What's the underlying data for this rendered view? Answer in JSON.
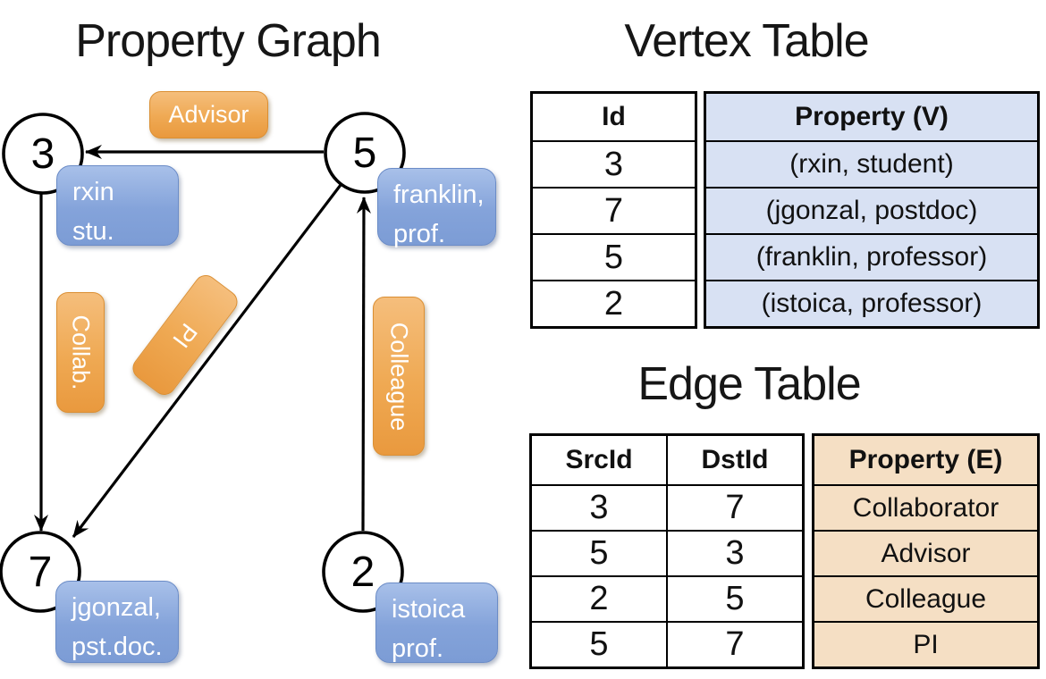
{
  "titles": {
    "graph": "Property Graph",
    "vertex_table": "Vertex Table",
    "edge_table": "Edge Table"
  },
  "graph": {
    "nodes": {
      "n3": {
        "id": "3",
        "prop_line1": "rxin",
        "prop_line2": "stu."
      },
      "n5": {
        "id": "5",
        "prop_line1": "franklin,",
        "prop_line2": "prof."
      },
      "n7": {
        "id": "7",
        "prop_line1": "jgonzal,",
        "prop_line2": "pst.doc."
      },
      "n2": {
        "id": "2",
        "prop_line1": "istoica",
        "prop_line2": "prof."
      }
    },
    "edge_labels": {
      "advisor": "Advisor",
      "collab": "Collab.",
      "pi": "PI",
      "colleague": "Colleague"
    }
  },
  "vertex_table": {
    "headers": {
      "id": "Id",
      "property": "Property (V)"
    },
    "rows": [
      {
        "id": "3",
        "property": "(rxin, student)"
      },
      {
        "id": "7",
        "property": "(jgonzal, postdoc)"
      },
      {
        "id": "5",
        "property": "(franklin, professor)"
      },
      {
        "id": "2",
        "property": "(istoica, professor)"
      }
    ]
  },
  "edge_table": {
    "headers": {
      "src": "SrcId",
      "dst": "DstId",
      "property": "Property (E)"
    },
    "rows": [
      {
        "src": "3",
        "dst": "7",
        "property": "Collaborator"
      },
      {
        "src": "5",
        "dst": "3",
        "property": "Advisor"
      },
      {
        "src": "2",
        "dst": "5",
        "property": "Colleague"
      },
      {
        "src": "5",
        "dst": "7",
        "property": "PI"
      }
    ]
  },
  "colors": {
    "edge_label_orange": "#EFA953",
    "vertex_prop_blue": "#84A3DA",
    "vertex_table_cell_bg": "#D8E1F3",
    "edge_table_cell_bg": "#F5DFC4"
  }
}
